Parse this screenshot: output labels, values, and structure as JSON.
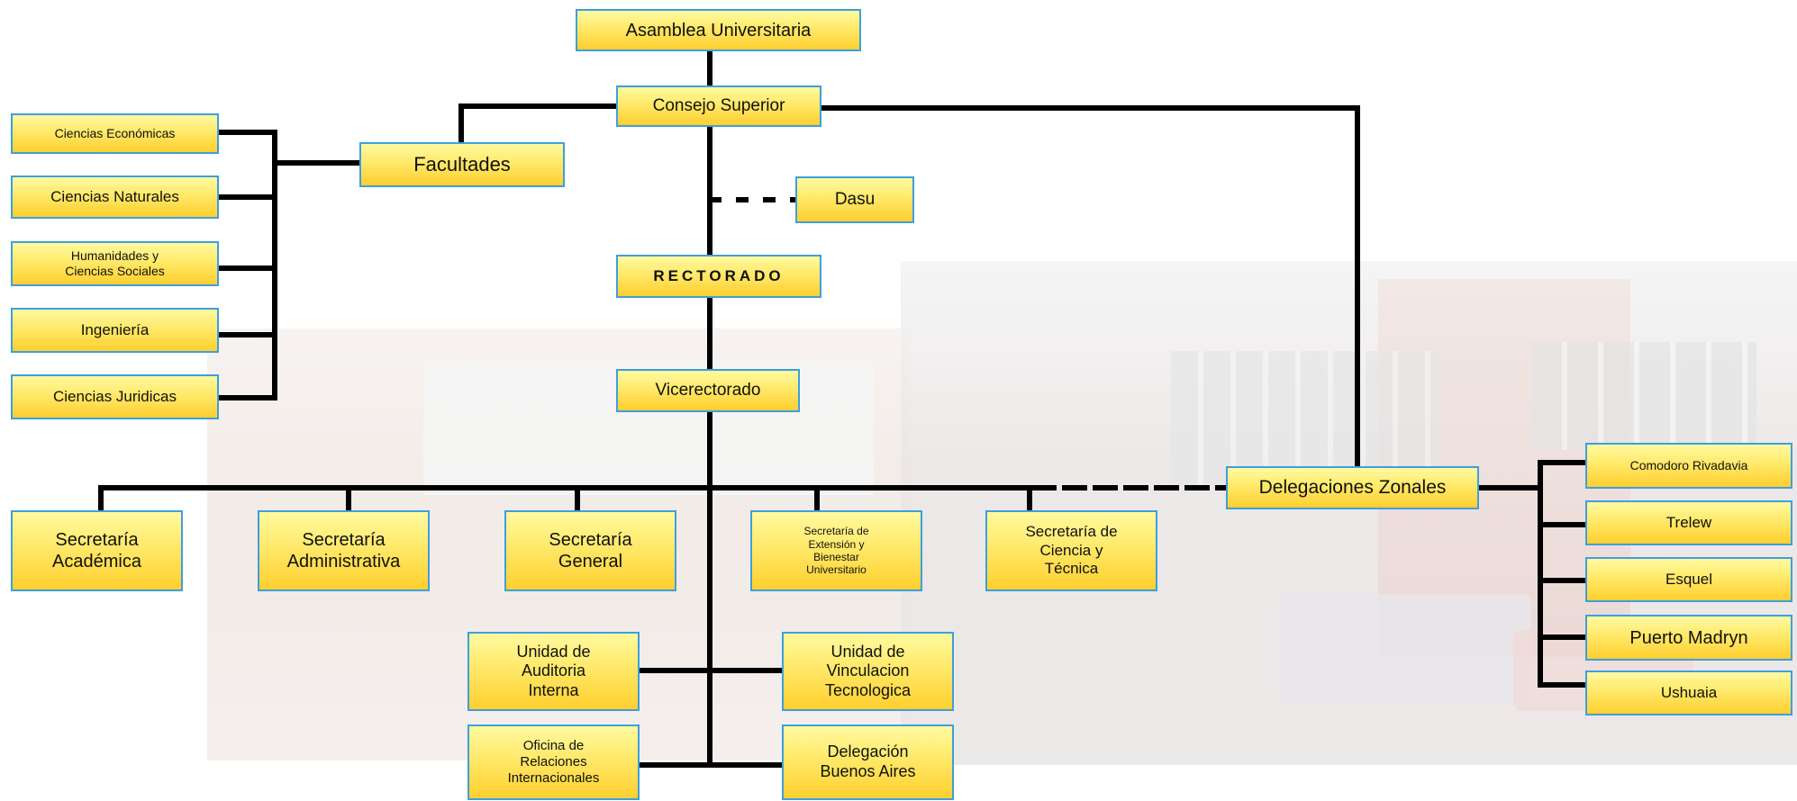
{
  "boxes": {
    "asamblea": "Asamblea Universitaria",
    "consejo": "Consejo Superior",
    "facultades": "Facultades",
    "dasu": "Dasu",
    "rectorado": "RECTORADO",
    "vicerrectorado": "Vicerectorado",
    "delegaciones_zonales": "Delegaciones Zonales",
    "fac_economicas": "Ciencias Económicas",
    "fac_naturales": "Ciencias Naturales",
    "fac_humanidades": "Humanidades y\nCiencias Sociales",
    "fac_ingenieria": "Ingeniería",
    "fac_juridicas": "Ciencias Juridicas",
    "sec_academica": "Secretaría\nAcadémica",
    "sec_administrativa": "Secretaría\nAdministrativa",
    "sec_general": "Secretaría\nGeneral",
    "sec_extension": "Secretaría de\nExtensión y\nBienestar\nUniversitario",
    "sec_ciencia": "Secretaría de\nCiencia y\nTécnica",
    "unidad_auditoria": "Unidad de\nAuditoria\nInterna",
    "unidad_vinculacion": "Unidad de\nVinculacion\nTecnologica",
    "oficina_relaciones": "Oficina de\nRelaciones\nInternacionales",
    "delegacion_bsas": "Delegación\nBuenos Aires",
    "zona_comodoro": "Comodoro Rivadavia",
    "zona_trelew": "Trelew",
    "zona_esquel": "Esquel",
    "zona_madryn": "Puerto Madryn",
    "zona_ushuaia": "Ushuaia"
  },
  "colors": {
    "box_top": "#fffaa0",
    "box_bottom": "#ffcf2e",
    "box_border": "#3d9fe0",
    "line": "#000000"
  }
}
